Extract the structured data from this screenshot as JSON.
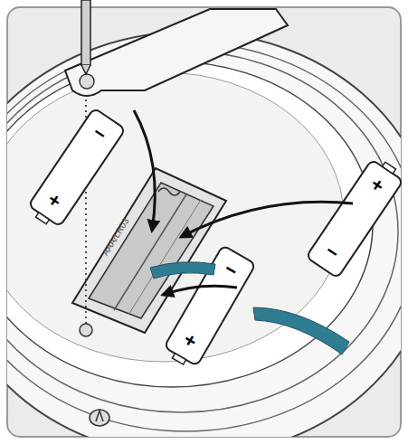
{
  "diagram": {
    "labels": [
      "−",
      "+",
      "+",
      "−",
      "−",
      "+",
      "AAA/LR03"
    ]
  }
}
